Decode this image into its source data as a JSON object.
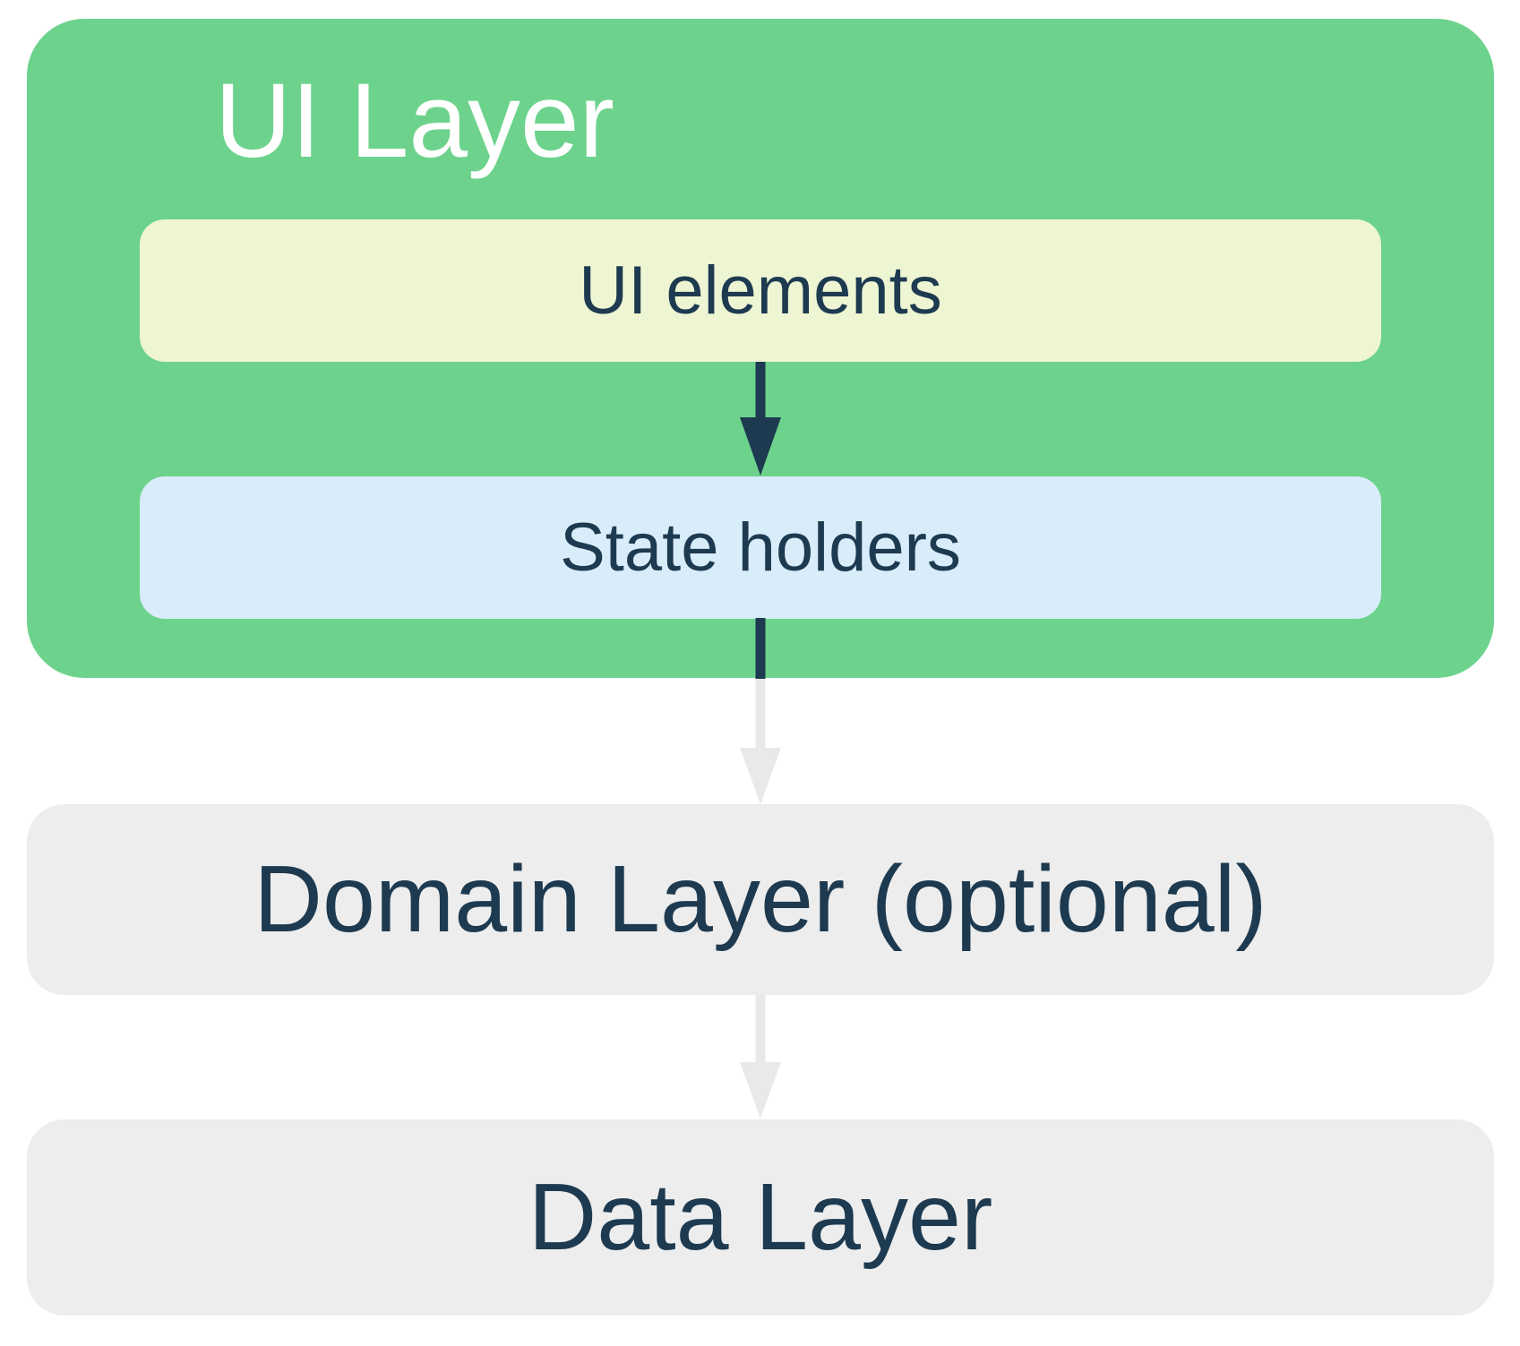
{
  "diagram": {
    "ui_layer": {
      "title": "UI Layer",
      "boxes": [
        {
          "label": "UI elements"
        },
        {
          "label": "State holders"
        }
      ]
    },
    "domain_layer": {
      "label": "Domain Layer (optional)"
    },
    "data_layer": {
      "label": "Data Layer"
    },
    "arrows": [
      {
        "name": "ui-elements-to-state-holders",
        "direction": "down",
        "color": "#1d3a50"
      },
      {
        "name": "state-holders-to-domain-layer",
        "direction": "down",
        "colors": [
          "#1d3a50",
          "#e9e9e9"
        ]
      },
      {
        "name": "domain-layer-to-data-layer",
        "direction": "down",
        "color": "#e9e9e9"
      }
    ],
    "colors": {
      "ui_layer_bg": "#6dd38c",
      "ui_elements_bg": "#eef5d3",
      "state_holders_bg": "#d9ecfa",
      "gray_box_bg": "#ededed",
      "title_text": "#ffffff",
      "text_dark": "#1d3a50",
      "arrow_dark": "#1d3a50",
      "arrow_light": "#e9e9e9",
      "background": "#ffffff"
    }
  }
}
